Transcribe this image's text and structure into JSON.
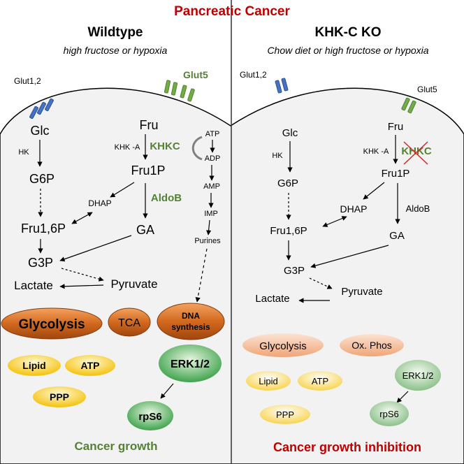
{
  "title": "Pancreatic Cancer",
  "colors": {
    "title_red": "#c00000",
    "enzyme_green": "#548235",
    "cell_fill": "#f2f2f2",
    "glut_blue": "#4472c4",
    "dark_orange": "#c55a11",
    "light_orange": "#f4b183",
    "yellow": "#ffd966",
    "green": "#70ad47"
  },
  "left": {
    "heading": "Wildtype",
    "subheading": "high fructose or hypoxia",
    "glut_label": "Glut1,2",
    "glut5_label": "Glut5",
    "metabolites": {
      "glc": "Glc",
      "g6p": "G6P",
      "fru16p": "Fru1,6P",
      "g3p": "G3P",
      "lactate": "Lactate",
      "pyruvate": "Pyruvate",
      "fru": "Fru",
      "fru1p": "Fru1P",
      "dhap": "DHAP",
      "ga": "GA",
      "atp": "ATP",
      "adp": "ADP",
      "amp": "AMP",
      "imp": "IMP",
      "purines": "Purines"
    },
    "enzymes": {
      "hk": "HK",
      "khka": "KHK -A",
      "khkc": "KHKC",
      "aldob": "AldoB"
    },
    "outcomes": {
      "glycolysis": "Glycolysis",
      "tca": "TCA",
      "dna_1": "DNA",
      "dna_2": "synthesis",
      "lipid": "Lipid",
      "atp": "ATP",
      "ppp": "PPP",
      "erk": "ERK1/2",
      "rps6": "rpS6"
    },
    "conclusion": "Cancer growth"
  },
  "right": {
    "heading": "KHK-C KO",
    "subheading": "Chow diet or high fructose or hypoxia",
    "glut_label": "Glut1,2",
    "glut5_label": "Glut5",
    "metabolites": {
      "glc": "Glc",
      "g6p": "G6P",
      "fru16p": "Fru1,6P",
      "g3p": "G3P",
      "lactate": "Lactate",
      "pyruvate": "Pyruvate",
      "fru": "Fru",
      "fru1p": "Fru1P",
      "dhap": "DHAP",
      "ga": "GA"
    },
    "enzymes": {
      "hk": "HK",
      "khka": "KHK -A",
      "khkc": "KHKC",
      "aldob": "AldoB"
    },
    "outcomes": {
      "glycolysis": "Glycolysis",
      "oxphos": "Ox. Phos",
      "lipid": "Lipid",
      "atp": "ATP",
      "ppp": "PPP",
      "erk": "ERK1/2",
      "rps6": "rpS6"
    },
    "conclusion": "Cancer growth inhibition"
  }
}
